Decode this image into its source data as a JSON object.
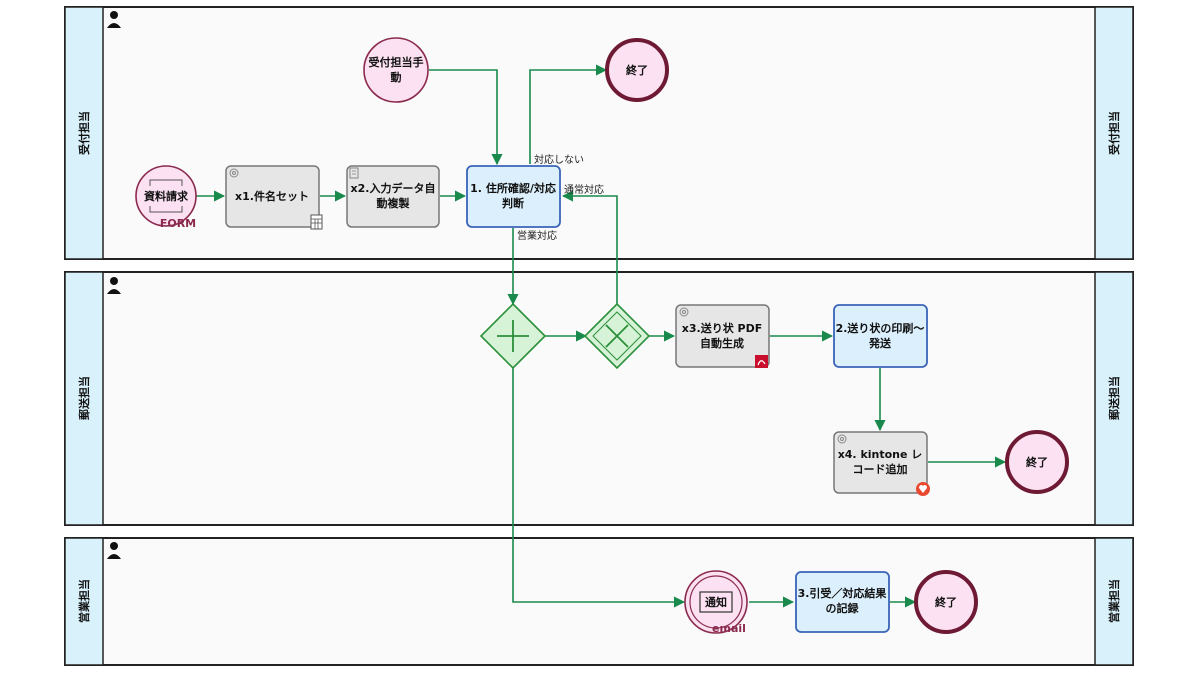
{
  "lanes": [
    {
      "label": "受付担当"
    },
    {
      "label": "郵送担当"
    },
    {
      "label": "営業担当"
    }
  ],
  "nodes": {
    "start_form": {
      "label": "資料請求",
      "sub": "FORM"
    },
    "manual_start": {
      "line1": "受付担当手",
      "line2": "動"
    },
    "end1": {
      "label": "終了"
    },
    "x1": {
      "line1": "x1.件名セット"
    },
    "x2": {
      "line1": "x2.入力データ自",
      "line2": "動複製"
    },
    "t1": {
      "line1": "1. 住所確認/対応",
      "line2": "判断"
    },
    "x3": {
      "line1": "x3.送り状 PDF",
      "line2": "自動生成"
    },
    "t2": {
      "line1": "2.送り状の印刷～",
      "line2": "発送"
    },
    "x4": {
      "line1": "x4. kintone レ",
      "line2": "コード追加"
    },
    "end2": {
      "label": "終了"
    },
    "notify": {
      "label": "通知",
      "sub": "email"
    },
    "t3": {
      "line1": "3.引受／対応結果",
      "line2": "の記録"
    },
    "end3": {
      "label": "終了"
    }
  },
  "flow_labels": {
    "no_response": "対応しない",
    "normal": "通常対応",
    "sales": "営業対応"
  },
  "colors": {
    "flow": "#1a8a4c",
    "lane_label_bg": "#d9f1fb",
    "task_blue": "#dbeffc",
    "event_fill": "#fbe1f1"
  }
}
